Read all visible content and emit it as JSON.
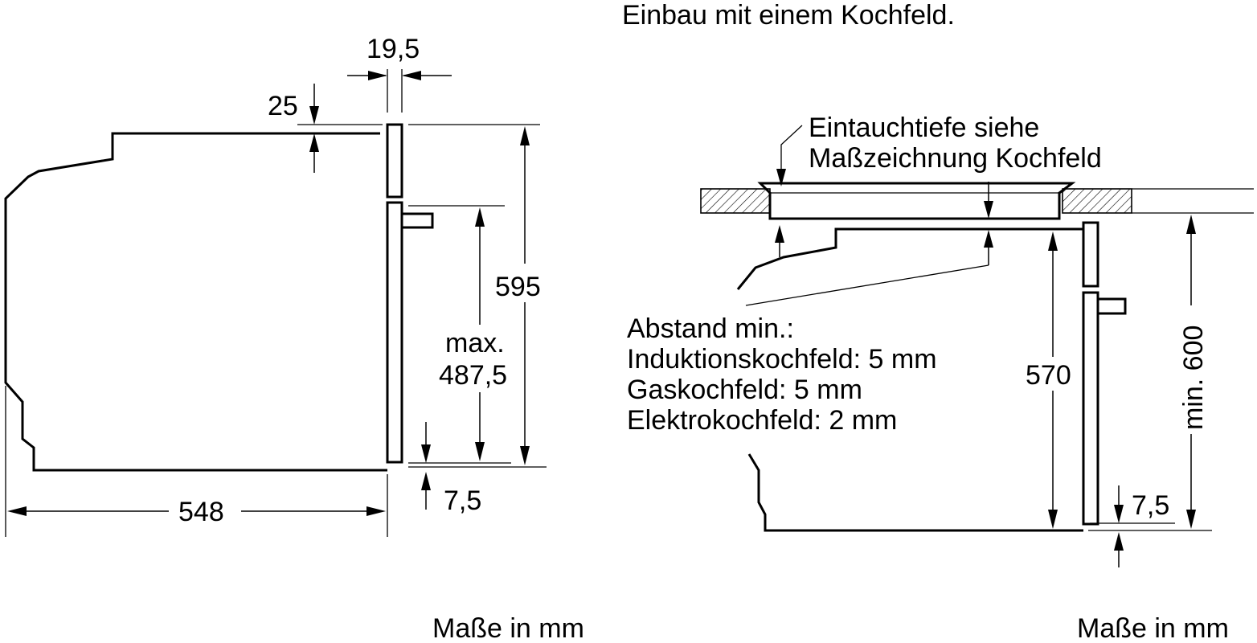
{
  "titles": {
    "right": "Einbau mit einem Kochfeld."
  },
  "left_view": {
    "dim_top_gap": "19,5",
    "dim_top_offset": "25",
    "dim_total_height": "595",
    "dim_max_label": "max.",
    "dim_max_value": "487,5",
    "dim_bottom_offset": "7,5",
    "dim_depth": "548",
    "units": "Maße in mm"
  },
  "right_view": {
    "note_line1": "Eintauchtiefe siehe",
    "note_line2": "Maßzeichnung Kochfeld",
    "distance_title": "Abstand min.:",
    "distance_items": [
      "Induktionskochfeld: 5 mm",
      "Gaskochfeld: 5 mm",
      "Elektrokochfeld: 2 mm"
    ],
    "dim_height": "570",
    "dim_niche": "min. 600",
    "dim_bottom_offset": "7,5",
    "units": "Maße in mm"
  }
}
